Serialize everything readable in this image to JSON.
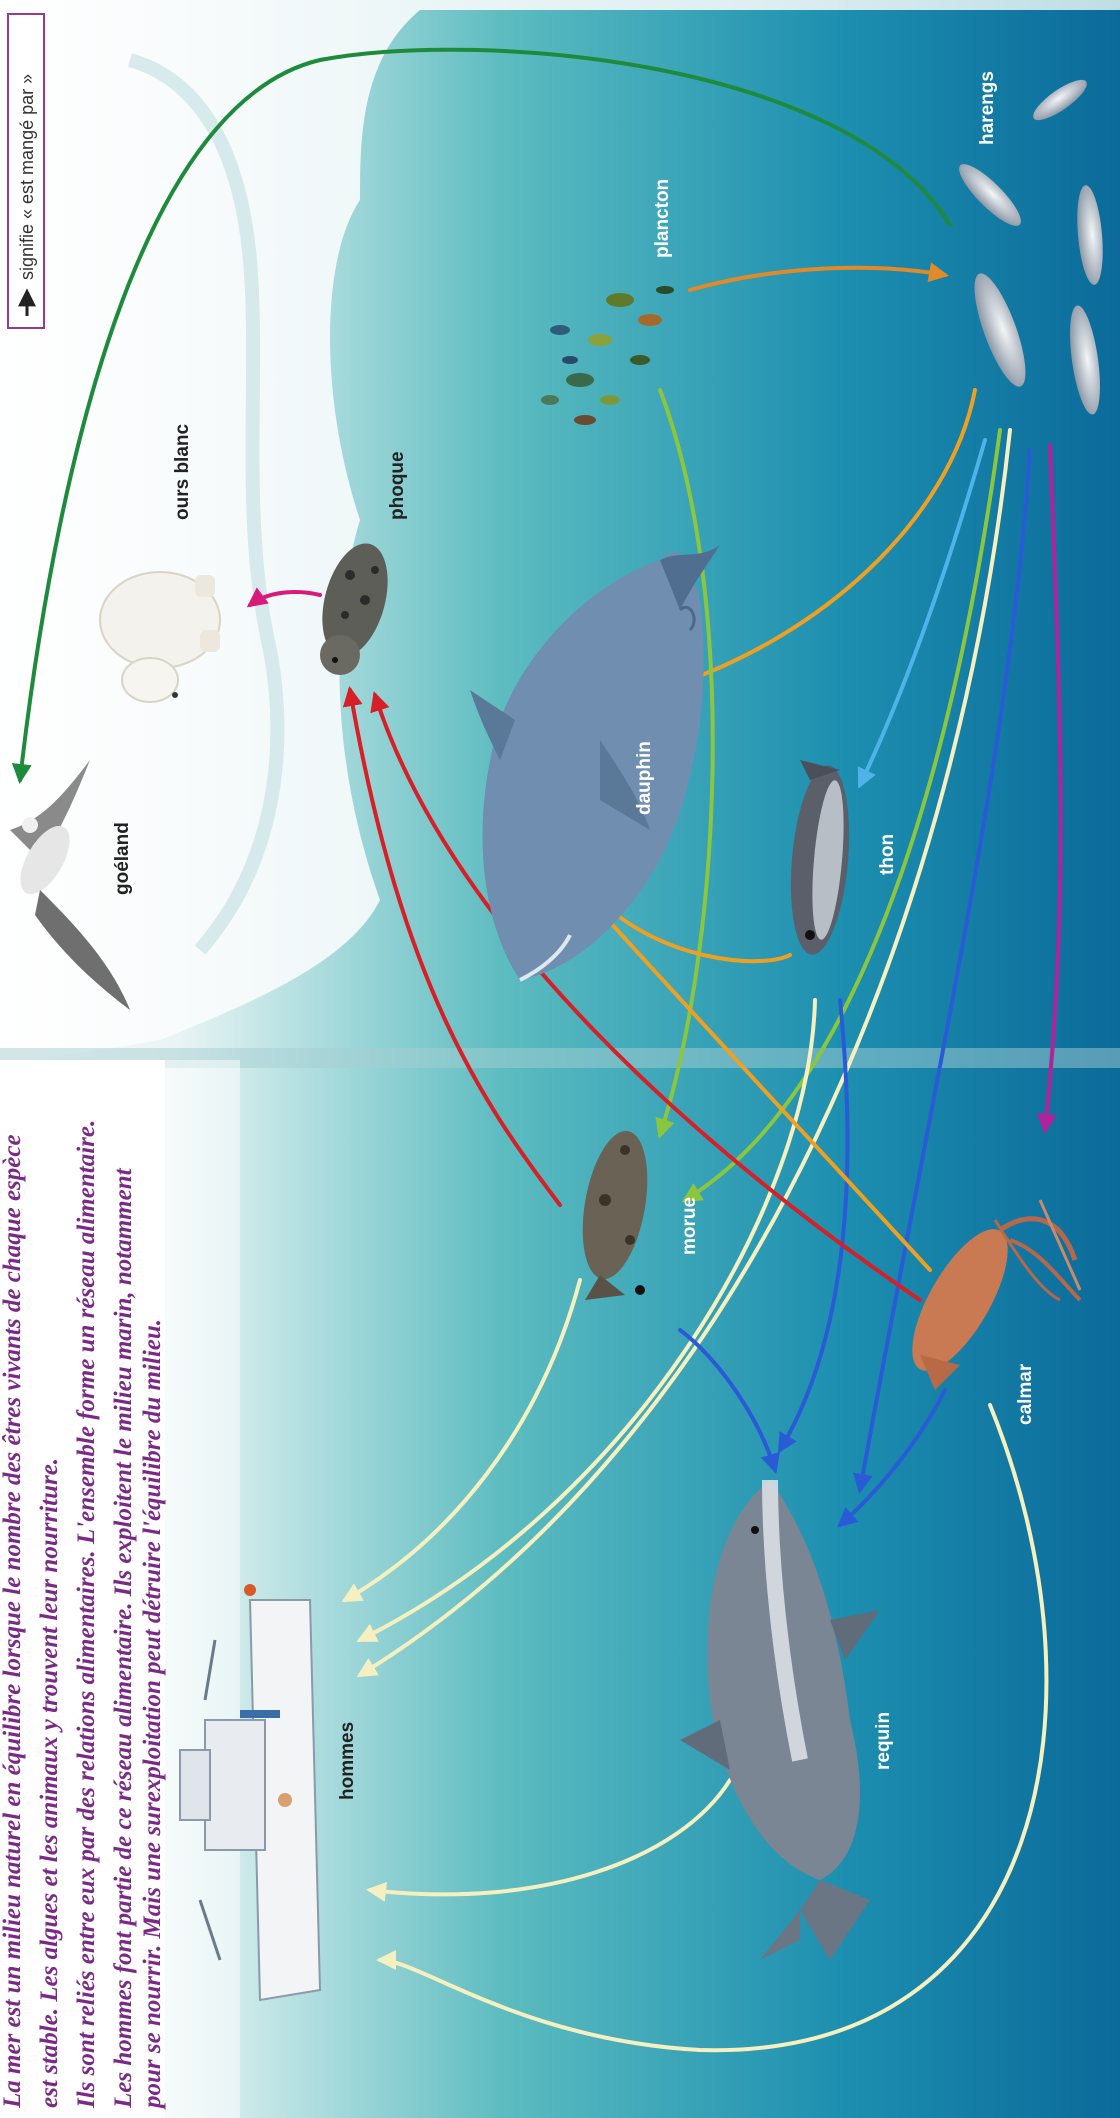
{
  "caption": {
    "lines": [
      "La mer est un milieu naturel en équilibre lorsque le nombre des êtres vivants de chaque espèce",
      "est stable. Les algues et les animaux y trouvent leur nourriture.",
      "Ils sont reliés entre eux par des relations alimentaires. L'ensemble forme un réseau alimentaire.",
      "Les hommes font partie de ce réseau alimentaire. Ils exploitent le milieu marin, notamment",
      "pour se nourrir. Mais une surexploitation peut détruire l'équilibre du milieu."
    ]
  },
  "legend": {
    "text": "signifie « est mangé par »"
  },
  "organisms": {
    "goeland": "goéland",
    "ours_blanc": "ours blanc",
    "phoque": "phoque",
    "plancton": "plancton",
    "harengs": "harengs",
    "dauphin": "dauphin",
    "thon": "thon",
    "morue": "morue",
    "calmar": "calmar",
    "requin": "requin",
    "hommes": "hommes"
  },
  "colors": {
    "caption": "#7a2a86",
    "legend_border": "#9b3a8a",
    "arrow_green_dark": "#1e8a3c",
    "arrow_magenta": "#d81b7a",
    "arrow_red": "#d61f26",
    "arrow_orange": "#f0a020",
    "arrow_lightgreen": "#8cc63f",
    "arrow_lightblue": "#4fb3e8",
    "arrow_blue": "#2a5bd7",
    "arrow_cream": "#f6f0c0",
    "arrow_purple": "#b0239a",
    "arrow_brown": "#e08a2a"
  },
  "relations": [
    {
      "from": "harengs",
      "to": "goéland"
    },
    {
      "from": "phoque",
      "to": "ours blanc"
    },
    {
      "from": "plancton",
      "to": "harengs"
    },
    {
      "from": "harengs",
      "to": "dauphin"
    },
    {
      "from": "harengs",
      "to": "thon"
    },
    {
      "from": "plancton",
      "to": "morue"
    },
    {
      "from": "harengs",
      "to": "calmar"
    },
    {
      "from": "harengs",
      "to": "requin"
    },
    {
      "from": "harengs",
      "to": "hommes"
    },
    {
      "from": "thon",
      "to": "dauphin"
    },
    {
      "from": "thon",
      "to": "hommes"
    },
    {
      "from": "morue",
      "to": "phoque"
    },
    {
      "from": "calmar",
      "to": "phoque"
    },
    {
      "from": "morue",
      "to": "requin"
    },
    {
      "from": "morue",
      "to": "hommes"
    },
    {
      "from": "calmar",
      "to": "requin"
    },
    {
      "from": "calmar",
      "to": "hommes"
    },
    {
      "from": "calmar",
      "to": "dauphin"
    },
    {
      "from": "requin",
      "to": "hommes"
    }
  ]
}
